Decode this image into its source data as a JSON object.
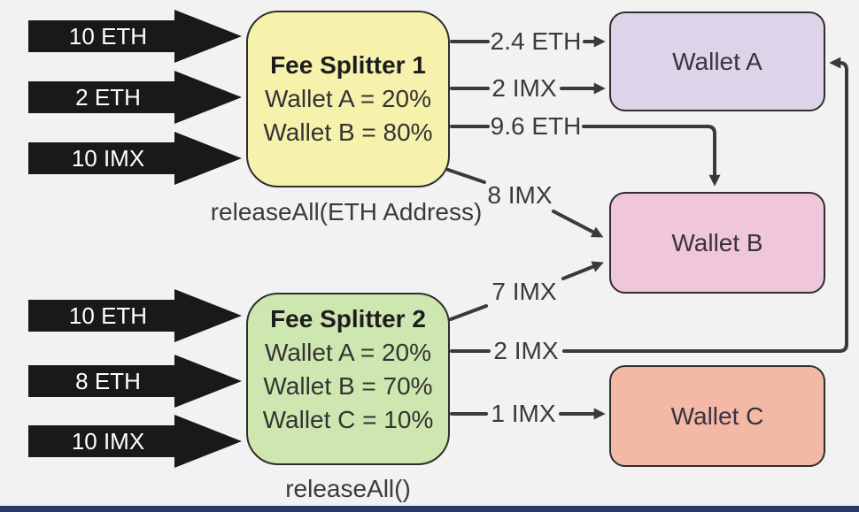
{
  "background": "#f2f2f2",
  "line_color": "#3a3a3a",
  "input_arrow_fill": "#191919",
  "bottom_bar": {
    "color": "#2c3966"
  },
  "inputs": {
    "splitter1": [
      "10 ETH",
      "2 ETH",
      "10 IMX"
    ],
    "splitter2": [
      "10 ETH",
      "8 ETH",
      "10 IMX"
    ]
  },
  "splitters": [
    {
      "title": "Fee Splitter 1",
      "lines": [
        "Wallet A = 20%",
        "Wallet B = 80%"
      ],
      "caption": "releaseAll(ETH Address)",
      "fill": "#f6f2ac",
      "border": "#2e2e2e"
    },
    {
      "title": "Fee Splitter 2",
      "lines": [
        "Wallet A = 20%",
        "Wallet B = 70%",
        "Wallet C = 10%"
      ],
      "caption": "releaseAll()",
      "fill": "#cee7b1",
      "border": "#2e2e2e"
    }
  ],
  "wallets": [
    {
      "name": "Wallet A",
      "fill": "#ded4e9"
    },
    {
      "name": "Wallet B",
      "fill": "#f0c6da"
    },
    {
      "name": "Wallet C",
      "fill": "#f4b8a7"
    }
  ],
  "flows": [
    {
      "label": "2.4 ETH",
      "from": "Fee Splitter 1",
      "to": "Wallet A"
    },
    {
      "label": "2 IMX",
      "from": "Fee Splitter 1",
      "to": "Wallet A"
    },
    {
      "label": "9.6 ETH",
      "from": "Fee Splitter 1",
      "to": "Wallet B"
    },
    {
      "label": "8 IMX",
      "from": "Fee Splitter 1",
      "to": "Wallet B"
    },
    {
      "label": "7 IMX",
      "from": "Fee Splitter 2",
      "to": "Wallet B"
    },
    {
      "label": "2 IMX",
      "from": "Fee Splitter 2",
      "to": "Wallet A"
    },
    {
      "label": "1 IMX",
      "from": "Fee Splitter 2",
      "to": "Wallet C"
    }
  ]
}
